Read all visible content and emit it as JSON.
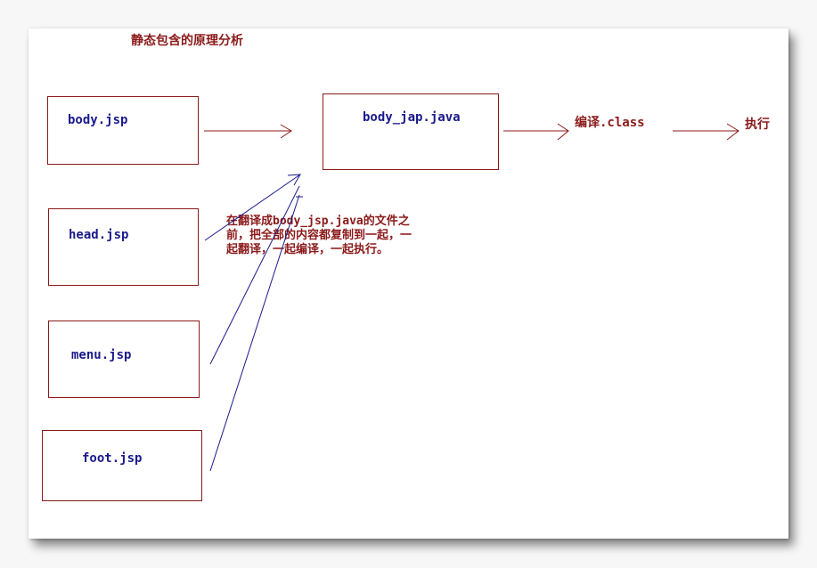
{
  "title": "静态包含的原理分析",
  "boxes": {
    "body": "body.jsp",
    "head": "head.jsp",
    "menu": "menu.jsp",
    "foot": "foot.jsp",
    "java": "body_jap.java"
  },
  "steps": {
    "compile": "编译.class",
    "execute": "执行"
  },
  "note": "在翻译成body_jsp.java的文件之前，把全部的内容都复制到一起，一起翻译，一起编译，一起执行。",
  "colors": {
    "box_border": "#8b1a1a",
    "label_text": "#1a1a8c",
    "note_text": "#8b1a1a",
    "arrow_dark_red": "#8b1a1a",
    "arrow_blue": "#1a1a8c"
  }
}
